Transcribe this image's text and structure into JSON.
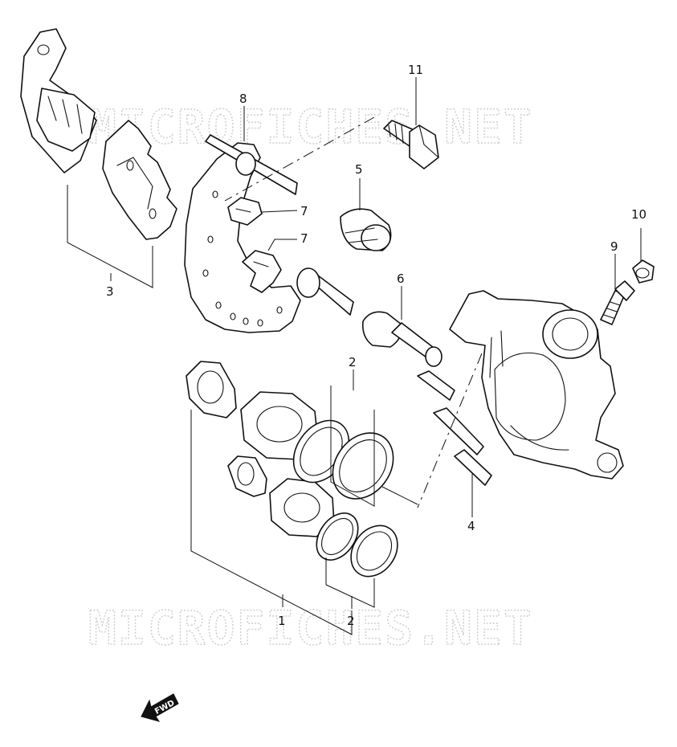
{
  "watermark": {
    "top": "MICROFICHES.NET",
    "bottom": "MICROFICHES.NET"
  },
  "callouts": {
    "c1": "1",
    "c2a": "2",
    "c2b": "2",
    "c3": "3",
    "c4": "4",
    "c5": "5",
    "c6": "6",
    "c7a": "7",
    "c7b": "7",
    "c8": "8",
    "c9": "9",
    "c10": "10",
    "c11": "11"
  },
  "fwd": {
    "label": "FWD"
  },
  "colors": {
    "line": "#111111",
    "watermark": "#cfcfcf",
    "background": "#ffffff"
  }
}
